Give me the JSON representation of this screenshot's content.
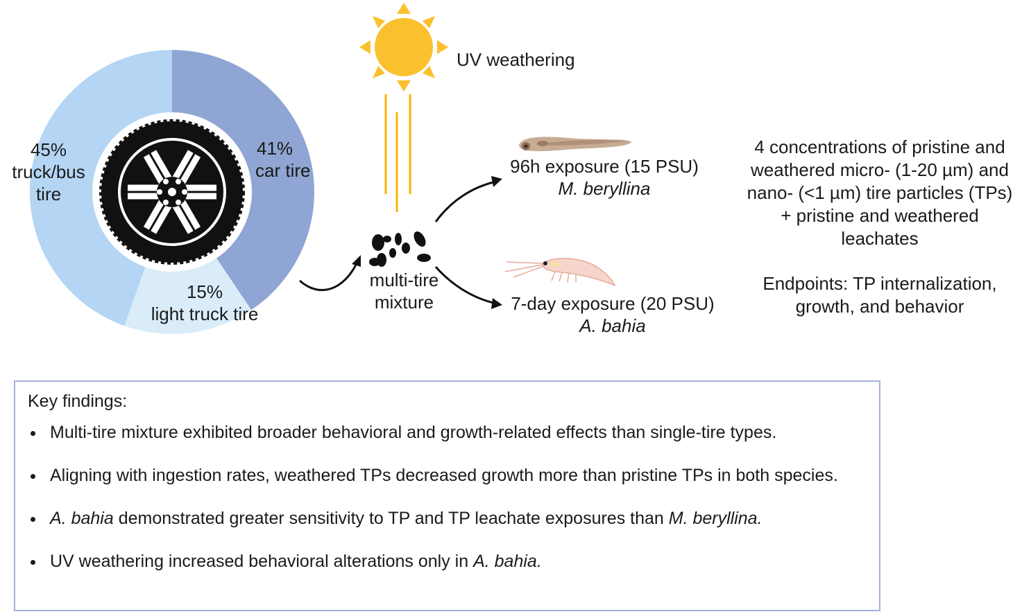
{
  "chart_data": {
    "type": "pie",
    "title": "",
    "slices": [
      {
        "label": "car tire",
        "value": 41,
        "value_label": "41%",
        "color": "#8fa5d3"
      },
      {
        "label": "light truck tire",
        "value": 15,
        "value_label": "15%",
        "color": "#d9ecf8"
      },
      {
        "label": "truck/bus tire",
        "value": 45,
        "value_label": "45%",
        "color": "#b4d5f4"
      }
    ]
  },
  "donut": {
    "car_pct": "41%",
    "car_label": "car tire",
    "light_pct": "15%",
    "light_label": "light truck tire",
    "truck_pct": "45%",
    "truck_label1": "truck/bus",
    "truck_label2": "tire"
  },
  "uv_label": "UV weathering",
  "mixture": {
    "line1": "multi-tire",
    "line2": "mixture"
  },
  "fish": {
    "exposure": "96h exposure (15 PSU)",
    "species": "M. beryllina"
  },
  "shrimp": {
    "exposure": "7-day exposure (20 PSU)",
    "species": "A. bahia"
  },
  "design": {
    "lines": [
      "4 concentrations of pristine and",
      "weathered micro- (1-20 µm) and",
      "nano- (<1 µm) tire particles (TPs)",
      "+ pristine and weathered",
      "leachates"
    ],
    "endpoints": [
      "Endpoints: TP internalization,",
      "growth, and behavior"
    ]
  },
  "findings": {
    "title": "Key findings:",
    "b1": "Multi-tire mixture exhibited broader behavioral and growth-related effects than single-tire types.",
    "b2": "Aligning with ingestion rates, weathered TPs decreased growth more than pristine TPs in both species.",
    "b3_sp1": "A. bahia",
    "b3_mid": " demonstrated greater sensitivity to TP and TP leachate exposures than ",
    "b3_sp2": "M. beryllina.",
    "b4_pre": "UV weathering increased behavioral alterations only in ",
    "b4_sp": "A. bahia."
  }
}
